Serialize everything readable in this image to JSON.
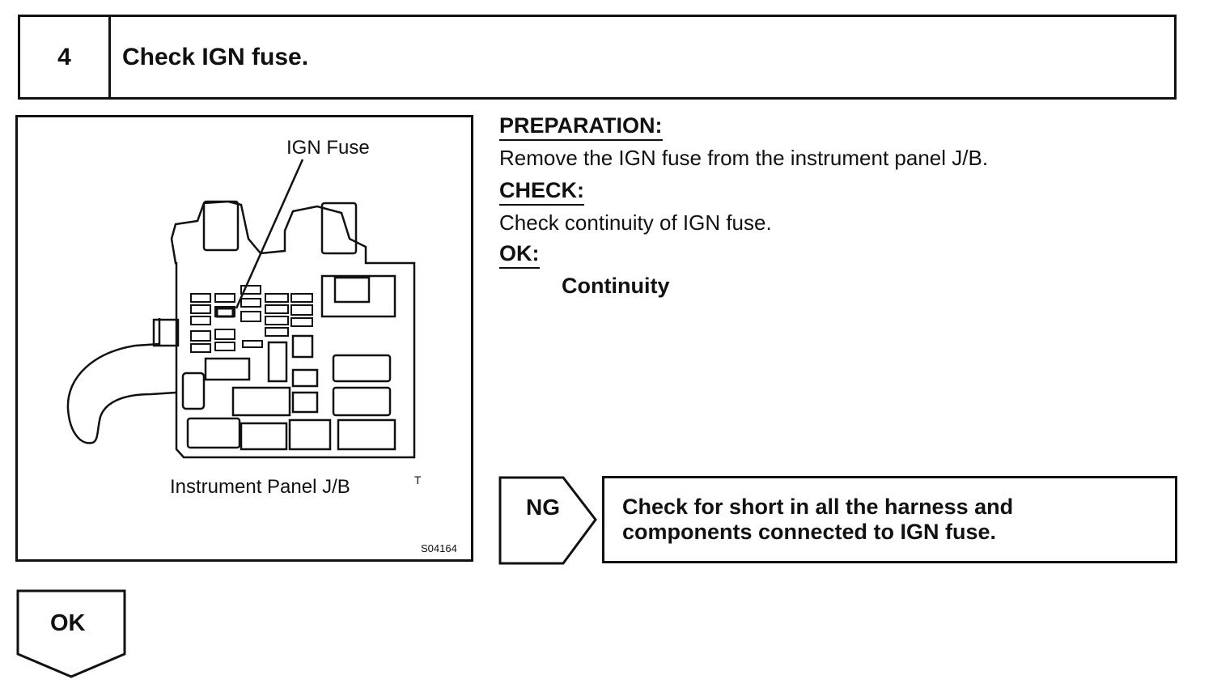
{
  "step": {
    "number": "4",
    "title": "Check IGN fuse."
  },
  "figure": {
    "callout_label": "IGN Fuse",
    "caption": "Instrument Panel J/B",
    "corner_mark": "T",
    "figure_code": "S04164"
  },
  "instructions": {
    "preparation_heading": "PREPARATION:",
    "preparation_text": "Remove the IGN fuse from the instrument panel J/B.",
    "check_heading": "CHECK:",
    "check_text": "Check continuity of IGN fuse.",
    "ok_heading": "OK:",
    "ok_result": "Continuity"
  },
  "ng_branch": {
    "label": "NG",
    "action_line1": "Check for short in all the harness and",
    "action_line2": "components connected to IGN fuse."
  },
  "ok_branch": {
    "label": "OK"
  }
}
